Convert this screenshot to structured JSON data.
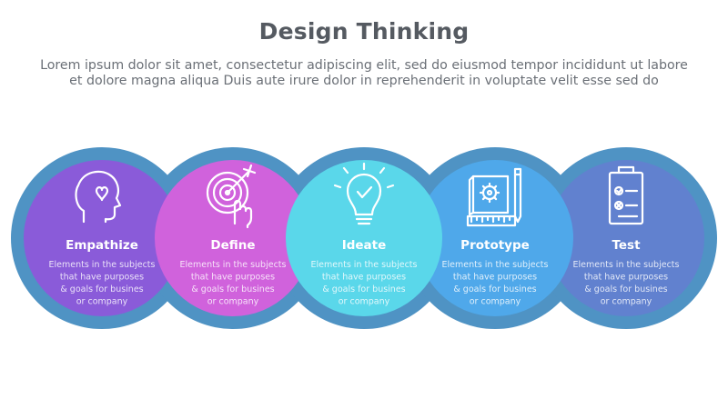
{
  "title": "Design Thinking",
  "subtitle_line1": "Lorem ipsum dolor sit amet, consectetur adipiscing elit, sed do eiusmod tempor incididunt ut labore",
  "subtitle_line2": "et dolore magna aliqua Duis aute irure dolor in reprehenderit in voluptate velit esse sed do",
  "colors": {
    "outer_ring": "#4f93c4",
    "background": "#ffffff",
    "text_dark": "#555a61",
    "text_light": "#ffffff"
  },
  "steps": [
    {
      "label": "Empathize",
      "color": "#8a5bd9",
      "icon": "head-heart-icon",
      "desc": [
        "Elements in the subjects",
        "that have purposes",
        "& goals for busines",
        "or company"
      ]
    },
    {
      "label": "Define",
      "color": "#d062dc",
      "icon": "target-arrow-icon",
      "desc": [
        "Elements in the subjects",
        "that have purposes",
        "& goals for busines",
        "or company"
      ]
    },
    {
      "label": "Ideate",
      "color": "#5ad7ea",
      "icon": "lightbulb-icon",
      "desc": [
        "Elements in the subjects",
        "that have purposes",
        "& goals for busines",
        "or company"
      ]
    },
    {
      "label": "Prototype",
      "color": "#4fa8ea",
      "icon": "blueprint-ruler-icon",
      "desc": [
        "Elements in the subjects",
        "that have purposes",
        "& goals for busines",
        "or company"
      ]
    },
    {
      "label": "Test",
      "color": "#6181cf",
      "icon": "clipboard-checklist-icon",
      "desc": [
        "Elements in the subjects",
        "that have purposes",
        "& goals for busines",
        "or company"
      ]
    }
  ]
}
